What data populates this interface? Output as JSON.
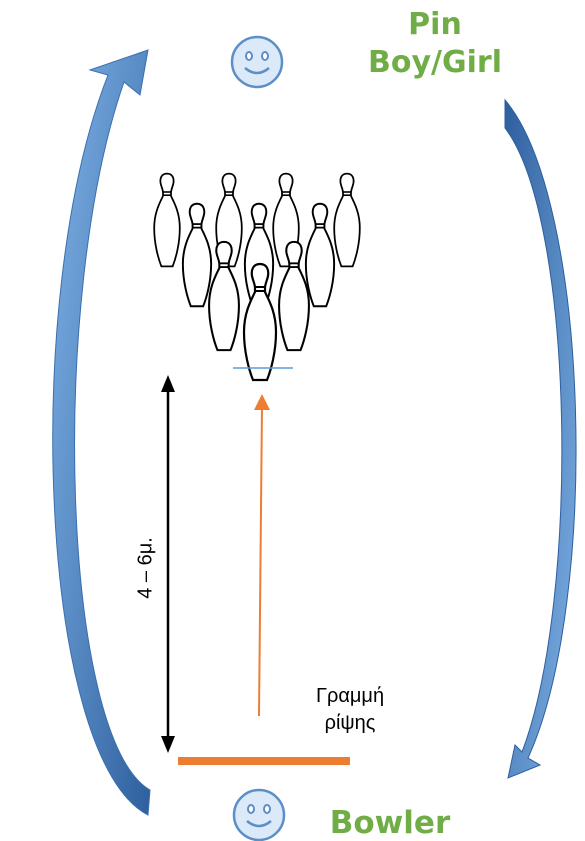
{
  "roles": {
    "pin_boy_girl": {
      "line1": "Pin",
      "line2": "Boy/Girl",
      "icon": "smiley-face-icon"
    },
    "bowler": {
      "label": "Bowler",
      "icon": "smiley-face-icon"
    }
  },
  "distance_label": "4 – 6μ.",
  "throw_line_label": {
    "line1": "Γραμμή",
    "line2": "ρίψης"
  },
  "colors": {
    "role_text": "#70ad47",
    "smiley_fill": "#dbe9f8",
    "smiley_stroke": "#5b8fc9",
    "throw_line": "#ed7d31",
    "ball_path": "#ed7d31",
    "rotation_arrow": "#4a7fc0",
    "distance_arrow": "#000000",
    "pin_line": "#5b9bd5"
  },
  "pins_count": 10
}
